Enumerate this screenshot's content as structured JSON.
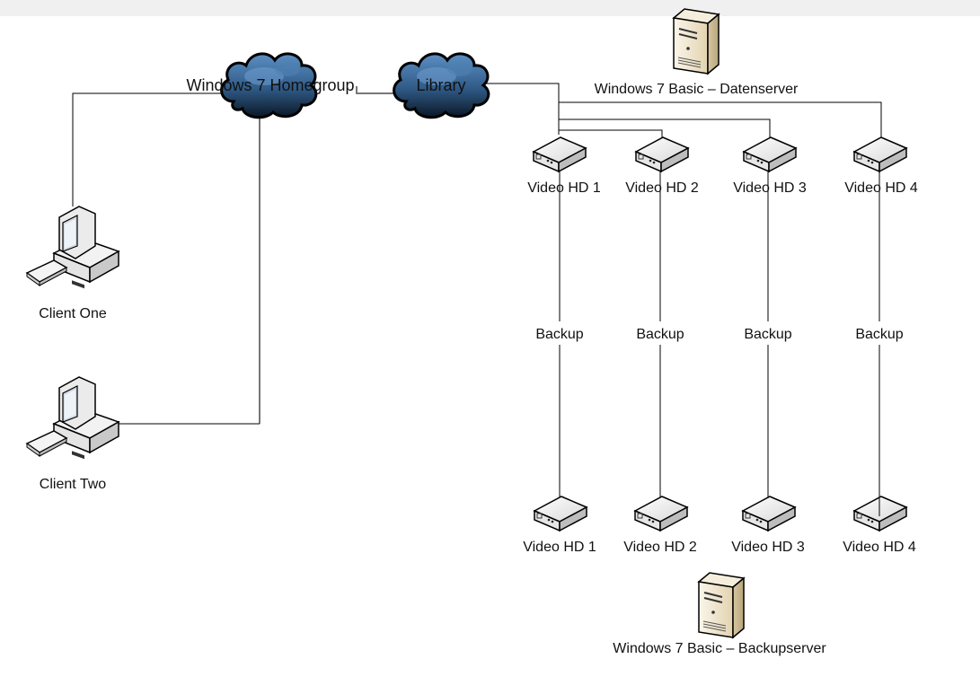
{
  "diagram": {
    "clouds": [
      {
        "id": "homegroup",
        "label": "Windows 7 Homegroup"
      },
      {
        "id": "library",
        "label": "Library"
      }
    ],
    "servers": [
      {
        "id": "datenserver",
        "label": "Windows 7 Basic – Datenserver"
      },
      {
        "id": "backupserver",
        "label": "Windows 7 Basic – Backupserver"
      }
    ],
    "clients": [
      {
        "id": "client-one",
        "label": "Client One"
      },
      {
        "id": "client-two",
        "label": "Client Two"
      }
    ],
    "primary_drives": [
      {
        "label": "Video HD 1"
      },
      {
        "label": "Video HD 2"
      },
      {
        "label": "Video HD 3"
      },
      {
        "label": "Video HD 4"
      }
    ],
    "backup_drives": [
      {
        "label": "Video HD 1"
      },
      {
        "label": "Video HD 2"
      },
      {
        "label": "Video HD 3"
      },
      {
        "label": "Video HD 4"
      }
    ],
    "backup_links": [
      {
        "label": "Backup"
      },
      {
        "label": "Backup"
      },
      {
        "label": "Backup"
      },
      {
        "label": "Backup"
      }
    ]
  },
  "colors": {
    "cloud_fill": "#3f6e9e",
    "cloud_dark": "#0e1d2c",
    "server_fill": "#e8dcc0",
    "drive_fill": "#ececec",
    "topbar": "#f0f0f0"
  }
}
